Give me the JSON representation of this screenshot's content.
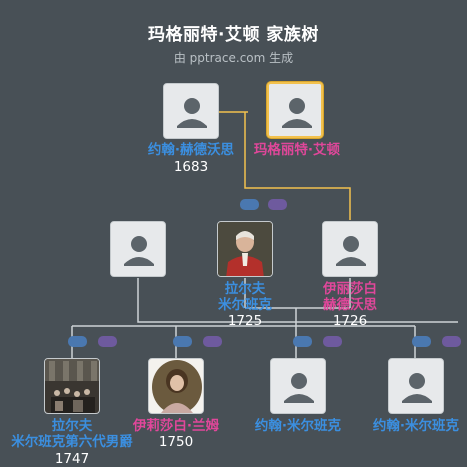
{
  "title": "玛格丽特·艾顿 家族树",
  "subtitle": "由 pptrace.com 生成",
  "colors": {
    "background": "#485056",
    "male": "#3b8fe0",
    "female": "#e0479a",
    "highlight": "#f2c14e",
    "line_normal": "#cdd2d6",
    "line_highlight": "#f2c14e"
  },
  "people": [
    {
      "id": "p1",
      "name": "约翰·赫德沃思",
      "year": "1683",
      "gender": "male",
      "avatar": "default-avatar-icon"
    },
    {
      "id": "p2",
      "name": "玛格丽特·艾顿",
      "year": "",
      "gender": "female",
      "avatar": "default-avatar-icon",
      "selected": true
    },
    {
      "id": "p3",
      "name": "",
      "year": "",
      "gender": "male",
      "avatar": "default-avatar-icon"
    },
    {
      "id": "p4",
      "name": "拉尔夫\n米尔班克",
      "year": "1725",
      "gender": "male",
      "avatar": "portrait-red-coat"
    },
    {
      "id": "p5",
      "name": "伊丽莎白\n赫德沃思",
      "year": "1726",
      "gender": "female",
      "avatar": "default-avatar-icon"
    },
    {
      "id": "p6",
      "name": "拉尔夫\n米尔班克第六代男爵",
      "year": "1747",
      "gender": "male",
      "avatar": "painting-group-scene"
    },
    {
      "id": "p7",
      "name": "伊莉莎白·兰姆",
      "year": "1750",
      "gender": "female",
      "avatar": "portrait-oval-lady"
    },
    {
      "id": "p8",
      "name": "约翰·米尔班克",
      "year": "",
      "gender": "male",
      "avatar": "default-avatar-icon"
    },
    {
      "id": "p9",
      "name": "约翰·米尔班克",
      "year": "",
      "gender": "male",
      "avatar": "default-avatar-icon"
    }
  ]
}
